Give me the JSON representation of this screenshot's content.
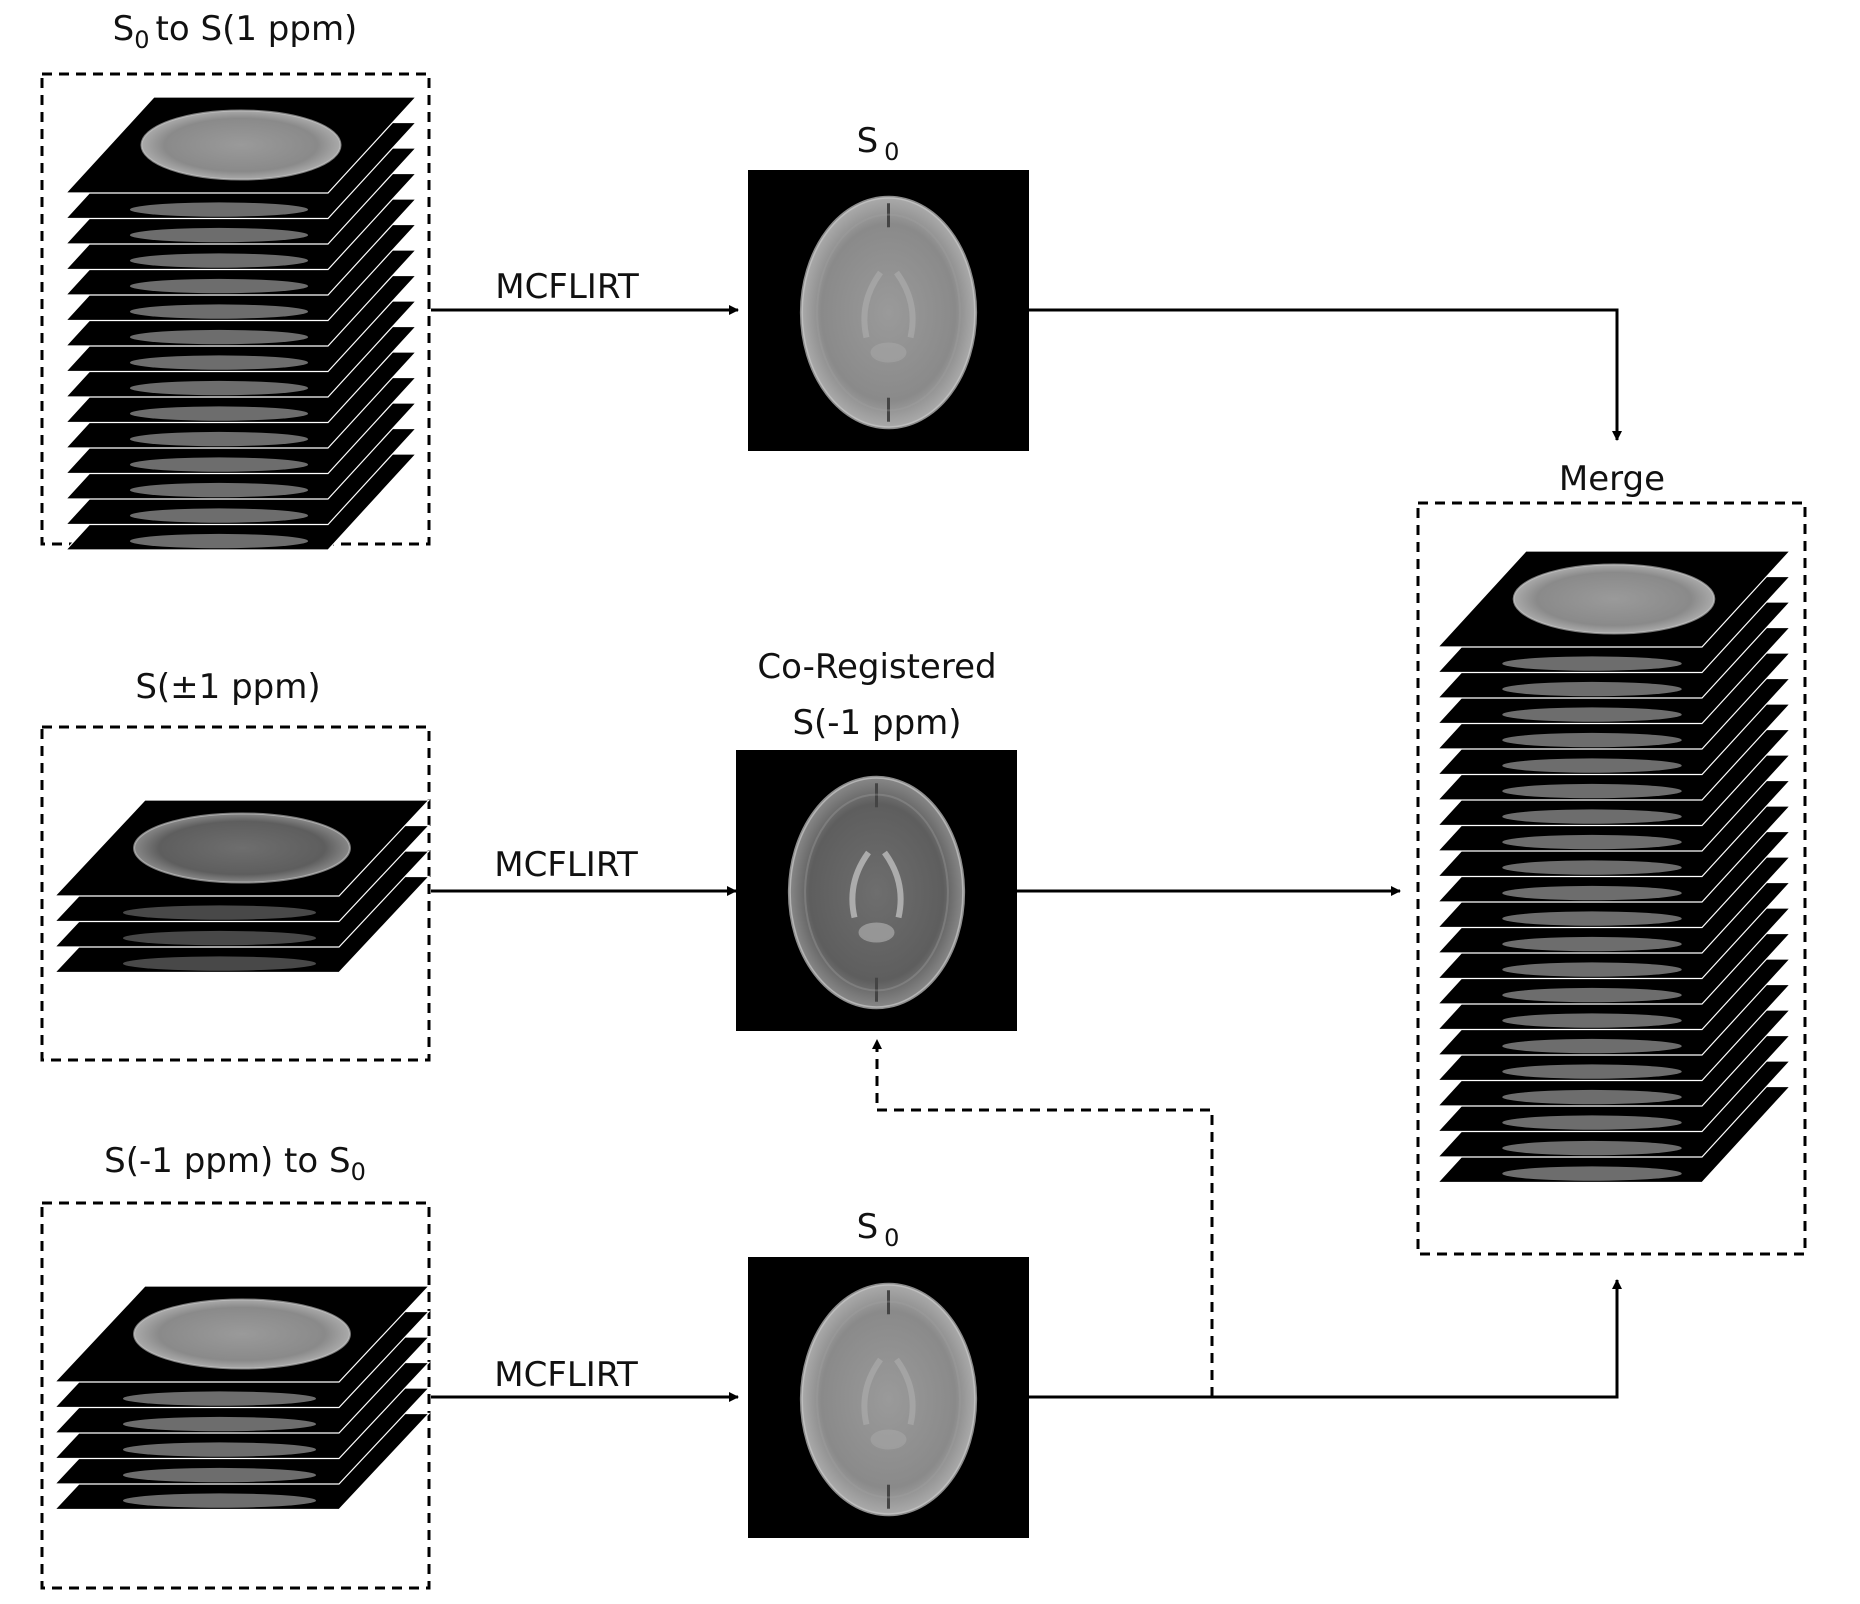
{
  "stacks": {
    "top": {
      "label_prefix": "S",
      "label_sub": "0",
      "label_suffix": "to S(1 ppm)"
    },
    "middle": {
      "label": "S(±1 ppm)"
    },
    "bottom": {
      "label_prefix": "S(-1 ppm) to S",
      "label_sub": "0"
    },
    "merge": {
      "label": "Merge"
    }
  },
  "arrows": {
    "top_label": "MCFLIRT",
    "middle_label": "MCFLIRT",
    "bottom_label": "MCFLIRT"
  },
  "images": {
    "top": {
      "label_main": "S",
      "label_sub": "0"
    },
    "middle": {
      "label_line1": "Co-Registered",
      "label_line2": "S(-1 ppm)"
    },
    "bottom": {
      "label_main": "S",
      "label_sub": "0"
    }
  },
  "colors": {
    "slice": "#000000",
    "line": "#000000",
    "brain_fill": "#8f8f8f",
    "brain_edge": "#c8c8c8"
  }
}
